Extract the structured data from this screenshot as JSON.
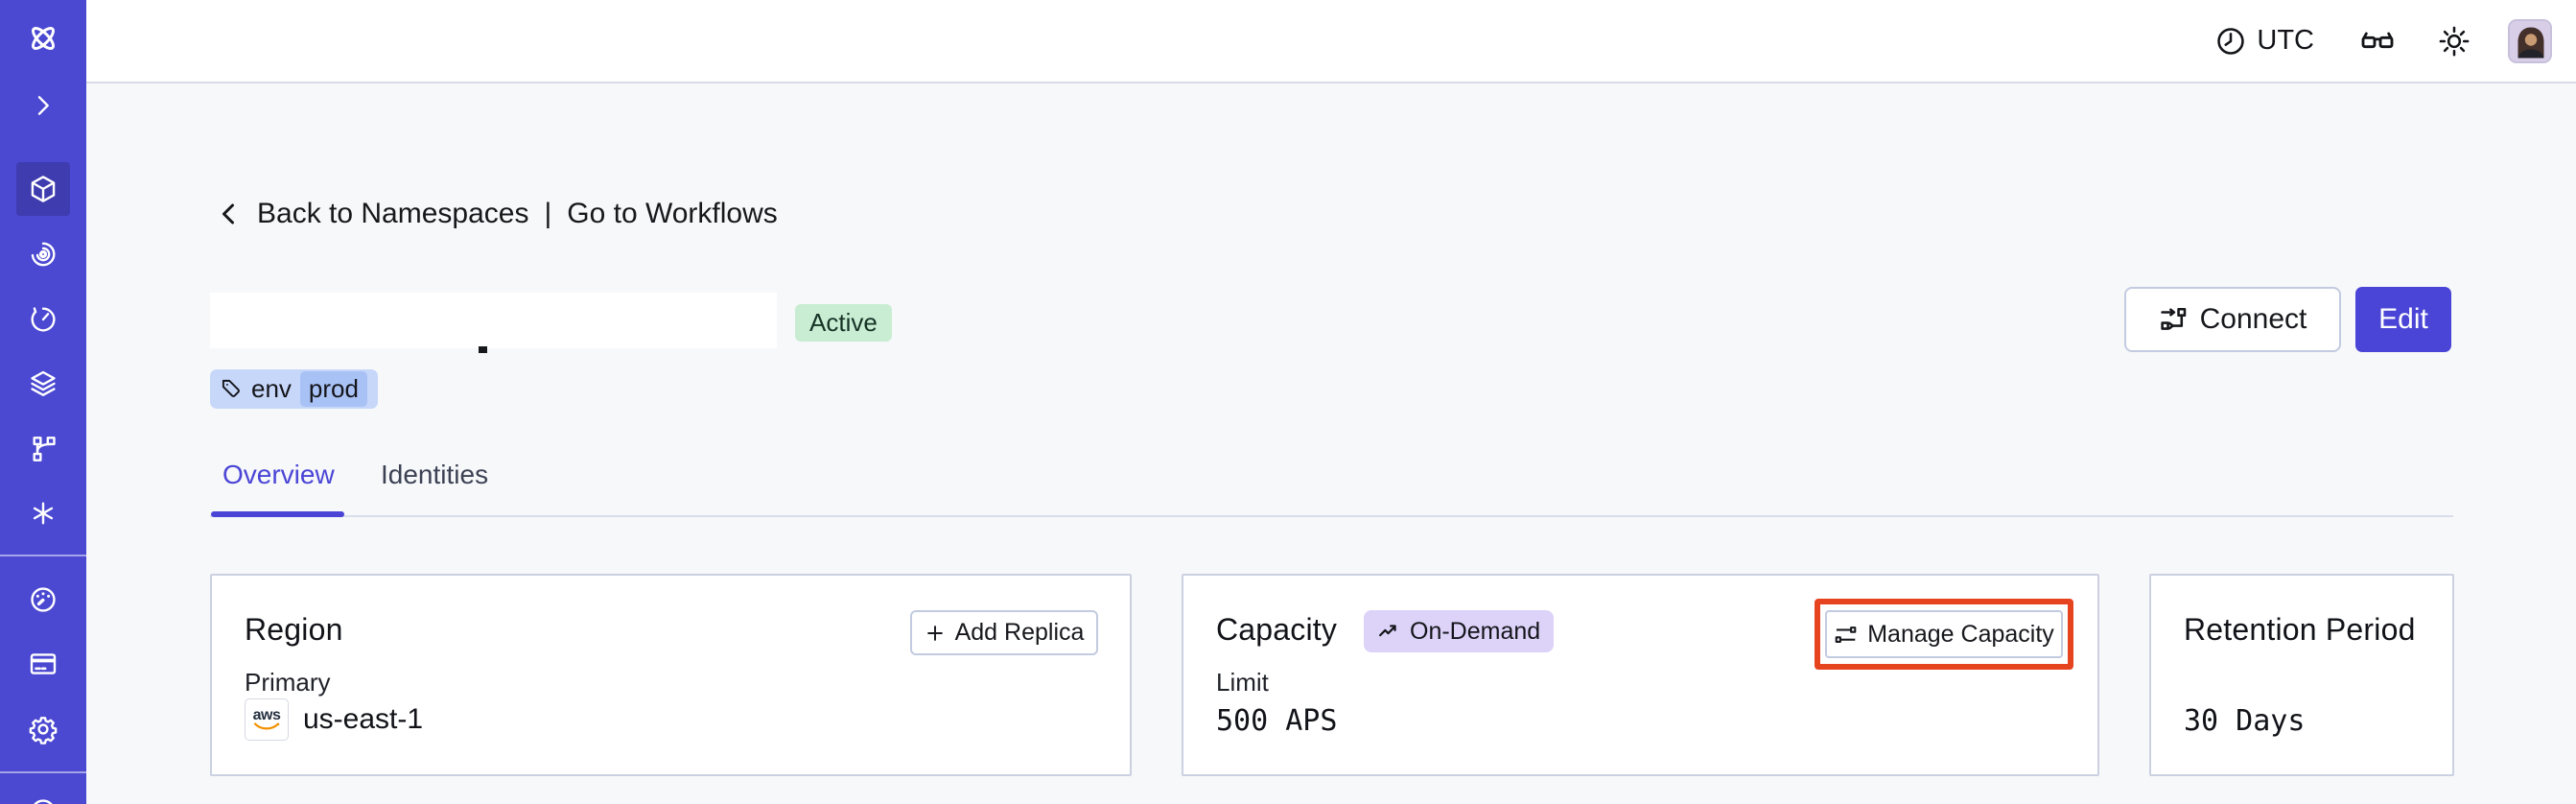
{
  "colors": {
    "sidebar": "#4B48D2",
    "accent": "#4A45D6",
    "annotation_red": "#E6431F",
    "status_badge_bg": "#C9EDD3",
    "tag_bg": "#C7D7FA",
    "tag_chip_bg": "#A9C2F5",
    "ondemand_badge_bg": "#DDD3F9",
    "page_bg": "#F7F8FA"
  },
  "topbar": {
    "timezone": "UTC",
    "icons": [
      "clock-icon",
      "glasses-icon",
      "sun-icon",
      "user-avatar"
    ]
  },
  "sidebar": {
    "items": [
      {
        "name": "temporal-logo",
        "icon": "temporal-logo"
      },
      {
        "name": "expand",
        "icon": "chevron-right"
      },
      {
        "name": "namespaces",
        "icon": "namespaces",
        "active": true
      },
      {
        "name": "workflows",
        "icon": "workflows"
      },
      {
        "name": "schedules",
        "icon": "schedules"
      },
      {
        "name": "stack",
        "icon": "stack"
      },
      {
        "name": "deployments",
        "icon": "deployments"
      },
      {
        "name": "nexus",
        "icon": "nexus"
      },
      {
        "name": "usage",
        "icon": "usage"
      },
      {
        "name": "billing",
        "icon": "billing"
      },
      {
        "name": "settings",
        "icon": "settings"
      },
      {
        "name": "help",
        "icon": "help"
      }
    ]
  },
  "breadcrumb": {
    "back": "Back to Namespaces",
    "separator": "|",
    "workflows": "Go to Workflows"
  },
  "header": {
    "status": "Active",
    "tag_key": "env",
    "tag_value": "prod",
    "connect_label": "Connect",
    "edit_label": "Edit"
  },
  "tabs": [
    {
      "label": "Overview",
      "active": true
    },
    {
      "label": "Identities",
      "active": false
    }
  ],
  "cards": {
    "region": {
      "title": "Region",
      "action_label": "Add Replica",
      "row_label": "Primary",
      "provider": "aws",
      "value": "us-east-1"
    },
    "capacity": {
      "title": "Capacity",
      "badge": "On-Demand",
      "action_label": "Manage Capacity",
      "row_label": "Limit",
      "value": "500 APS"
    },
    "retention": {
      "title": "Retention Period",
      "value": "30 Days"
    }
  }
}
